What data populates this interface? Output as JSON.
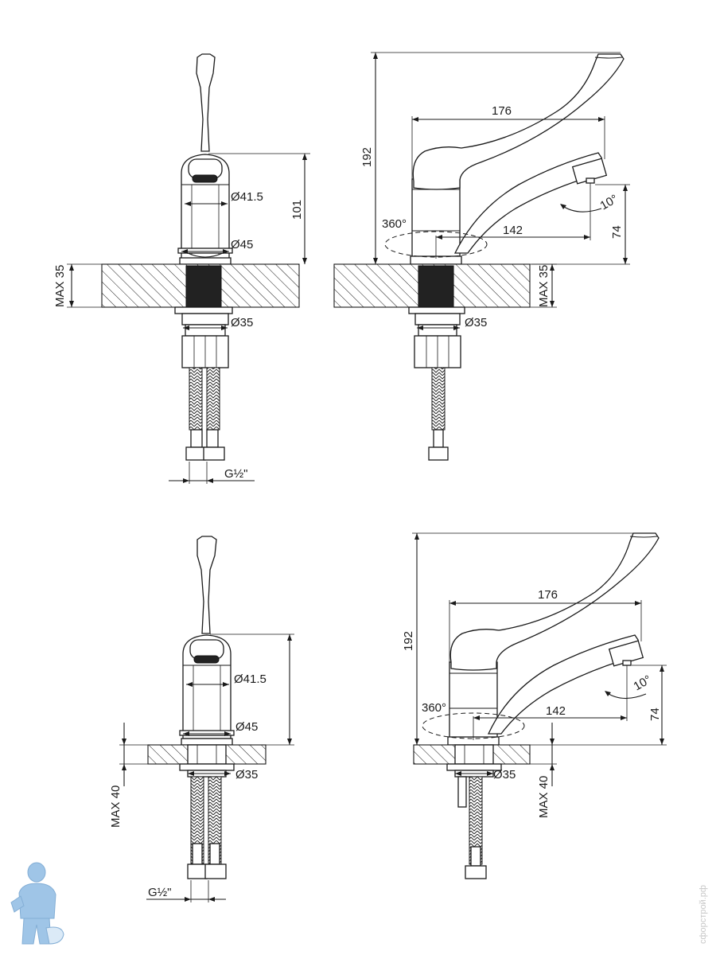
{
  "dimensions": {
    "top_front": {
      "hole_diameter": "Ø41.5",
      "base_diameter": "Ø45",
      "shank_diameter": "Ø35",
      "height": "101",
      "max_deck": "MAX 35",
      "thread": "G½\""
    },
    "top_side": {
      "height": "192",
      "reach": "176",
      "spout_reach": "142",
      "rotation": "360°",
      "tilt": "10°",
      "spout_height": "74",
      "shank_diameter": "Ø35",
      "max_deck": "MAX 35"
    },
    "bottom_front": {
      "hole_diameter": "Ø41.5",
      "base_diameter": "Ø45",
      "shank_diameter": "Ø35",
      "max_deck": "MAX 40",
      "thread": "G½\""
    },
    "bottom_side": {
      "height": "192",
      "reach": "176",
      "spout_reach": "142",
      "rotation": "360°",
      "tilt": "10°",
      "spout_height": "74",
      "shank_diameter": "Ø35",
      "max_deck": "MAX 40"
    }
  },
  "watermark": "сфорстрой.рф",
  "colors": {
    "line": "#1a1a1a",
    "mascot": "#7fb2e0",
    "watermark": "#c8c8c8"
  }
}
